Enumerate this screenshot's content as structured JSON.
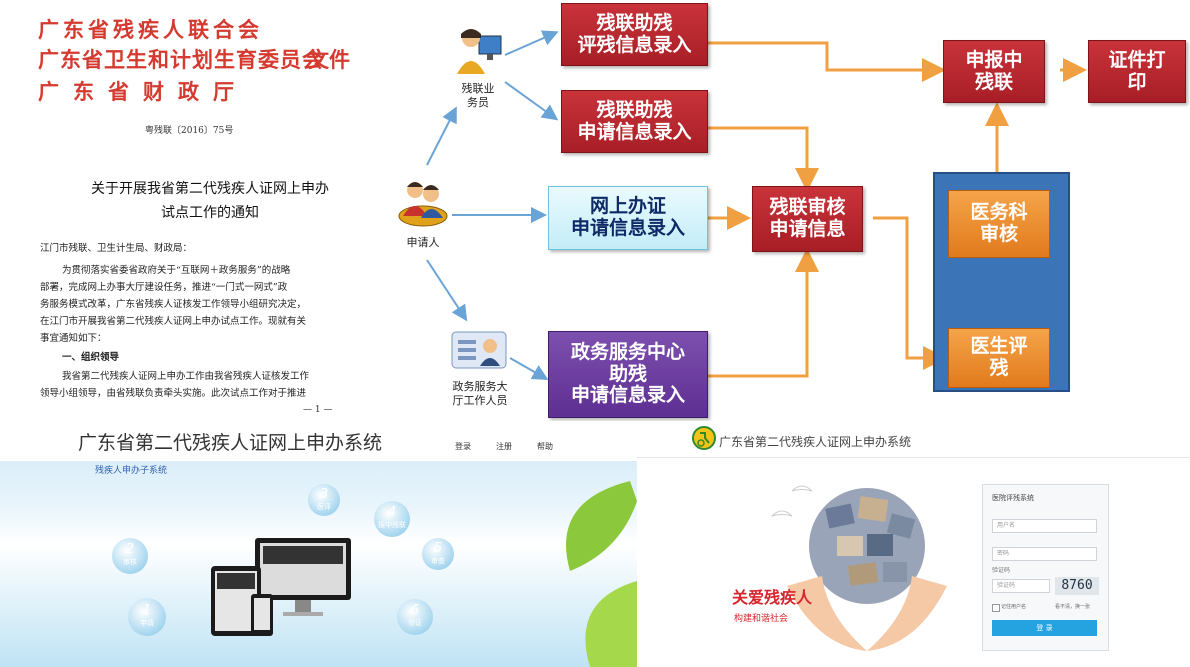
{
  "document": {
    "header_lines": [
      "广东省残疾人联合会",
      "广东省卫生和计划生育委员会",
      "广东省财政厅"
    ],
    "header_tag": "文件",
    "doc_number": "粤残联〔2016〕75号",
    "title_lines": [
      "关于开展我省第二代残疾人证网上申办",
      "试点工作的通知"
    ],
    "addressee": "江门市残联、卫生计生局、财政局：",
    "body_lines": [
      "为贯彻落实省委省政府关于“互联网＋政务服务”的战略",
      "部署，完成网上办事大厅建设任务，推进“一门式一网式”政",
      "务服务模式改革，广东省残疾人证核发工作领导小组研究决定，",
      "在江门市开展我省第二代残疾人证网上申办试点工作。现就有关",
      "事宜通知如下："
    ],
    "section_heading": "一、组织领导",
    "section_lines": [
      "我省第二代残疾人证网上申办工作由我省残疾人证核发工作",
      "领导小组领导，由省残联负责牵头实施。此次试点工作对于推进"
    ],
    "page_number": "— 1 —"
  },
  "flowchart": {
    "actors": {
      "staff": [
        "残联业",
        "务员"
      ],
      "applicant": [
        "申请人"
      ],
      "service_hall": [
        "政务服务大",
        "厅工作人员"
      ]
    },
    "boxes": {
      "fed_assist_eval": [
        "残联助残",
        "评残信息录入"
      ],
      "fed_assist_apply": [
        "残联助残",
        "申请信息录入"
      ],
      "online_apply": [
        "网上办证",
        "申请信息录入"
      ],
      "service_center": [
        "政务服务中心",
        "助残",
        "申请信息录入"
      ],
      "fed_review": [
        "残联审核",
        "申请信息"
      ],
      "report_fed": [
        "申报中",
        "残联"
      ],
      "print_cert": [
        "证件打",
        "印"
      ],
      "medical_review": [
        "医务科",
        "审核"
      ],
      "doctor_eval": [
        "医生评",
        "残"
      ]
    },
    "colors": {
      "red": "#b82830",
      "cyan": "#d8f4fb",
      "purple": "#6a3a9e",
      "orange": "#ee8c2c",
      "blue": "#3b75b8",
      "arrow_orange": "#f0a040",
      "arrow_blue": "#6aa3d6"
    }
  },
  "system_left": {
    "title": "广东省第二代残疾人证网上申办系统",
    "nav": [
      "登录",
      "注册",
      "帮助"
    ],
    "subsystem": "残疾人申办子系统",
    "steps": [
      {
        "num": "1",
        "label": "申请"
      },
      {
        "num": "2",
        "label": "审核"
      },
      {
        "num": "3",
        "label": "医评"
      },
      {
        "num": "4",
        "label": "报中残联"
      },
      {
        "num": "5",
        "label": "审查"
      },
      {
        "num": "6",
        "label": "领证"
      }
    ]
  },
  "system_right": {
    "title": "广东省第二代残疾人证网上申办系统",
    "slogan": "关爱残疾人",
    "subslogan": "构建和谐社会",
    "panel_title": "医院评残系统",
    "username_placeholder": "用户名",
    "password_placeholder": "密码",
    "captcha_label": "验证码",
    "captcha_placeholder": "验证码",
    "captcha_code": "8760",
    "remember_label": "记住用户名",
    "refresh_label": "看不清，换一张",
    "login_button": "登 录"
  }
}
